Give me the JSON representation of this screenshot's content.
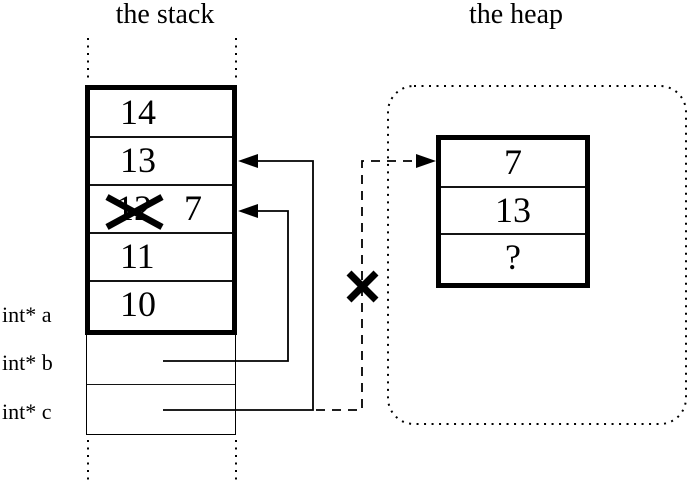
{
  "stack": {
    "title": "the stack",
    "pointer_labels": [
      "int* a",
      "int* b",
      "int* c"
    ],
    "frame": {
      "rows": [
        "14",
        "13",
        "12",
        "11",
        "10"
      ],
      "crossed_out": {
        "row_index": 2,
        "old_value": "12",
        "new_value": "7"
      }
    },
    "lower_cells": [
      "",
      ""
    ]
  },
  "heap": {
    "title": "the heap",
    "block": {
      "rows": [
        "7",
        "13",
        "?"
      ]
    }
  },
  "pointers": [
    {
      "from": "int* b cell",
      "to": "stack cell with overwritten 12 (now 7)",
      "style": "solid-arrow"
    },
    {
      "from": "int* c cell",
      "to": "stack cell 13",
      "style": "solid-arrow"
    },
    {
      "from": "int* c cell",
      "to": "heap cell 7",
      "style": "dashed-arrow",
      "crossed_out": true
    }
  ],
  "colors": {
    "ink": "#000000",
    "background": "#ffffff"
  }
}
